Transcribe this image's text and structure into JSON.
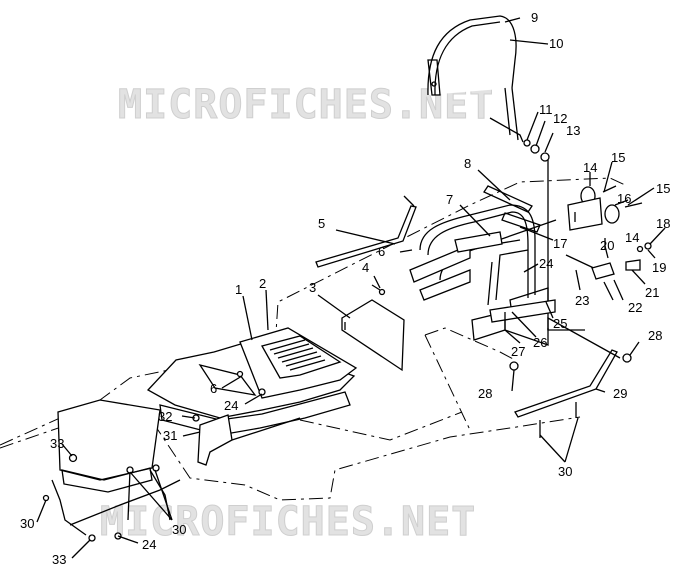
{
  "watermark": {
    "top": "MICROFICHES.NET",
    "bottom": "MICROFICHES.NET"
  },
  "callouts": [
    {
      "id": "c9",
      "text": "9"
    },
    {
      "id": "c10",
      "text": "10"
    },
    {
      "id": "c11",
      "text": "11"
    },
    {
      "id": "c12",
      "text": "12"
    },
    {
      "id": "c13",
      "text": "13"
    },
    {
      "id": "c8",
      "text": "8"
    },
    {
      "id": "c14a",
      "text": "14"
    },
    {
      "id": "c15a",
      "text": "15"
    },
    {
      "id": "c16",
      "text": "16"
    },
    {
      "id": "c15b",
      "text": "15"
    },
    {
      "id": "c14b",
      "text": "14"
    },
    {
      "id": "c18",
      "text": "18"
    },
    {
      "id": "c7",
      "text": "7"
    },
    {
      "id": "c5",
      "text": "5"
    },
    {
      "id": "c6a",
      "text": "6"
    },
    {
      "id": "c17",
      "text": "17"
    },
    {
      "id": "c20",
      "text": "20"
    },
    {
      "id": "c19",
      "text": "19"
    },
    {
      "id": "c24a",
      "text": "24"
    },
    {
      "id": "c4",
      "text": "4"
    },
    {
      "id": "c21",
      "text": "21"
    },
    {
      "id": "c23",
      "text": "23"
    },
    {
      "id": "c22",
      "text": "22"
    },
    {
      "id": "c1",
      "text": "1"
    },
    {
      "id": "c2",
      "text": "2"
    },
    {
      "id": "c3",
      "text": "3"
    },
    {
      "id": "c25",
      "text": "25"
    },
    {
      "id": "c28a",
      "text": "28"
    },
    {
      "id": "c27",
      "text": "27"
    },
    {
      "id": "c26",
      "text": "26"
    },
    {
      "id": "c6b",
      "text": "6"
    },
    {
      "id": "c29",
      "text": "29"
    },
    {
      "id": "c24b",
      "text": "24"
    },
    {
      "id": "c28b",
      "text": "28"
    },
    {
      "id": "c32",
      "text": "32"
    },
    {
      "id": "c31",
      "text": "31"
    },
    {
      "id": "c33a",
      "text": "33"
    },
    {
      "id": "c30a",
      "text": "30"
    },
    {
      "id": "c30b",
      "text": "30"
    },
    {
      "id": "c30c",
      "text": "30"
    },
    {
      "id": "c24c",
      "text": "24"
    },
    {
      "id": "c33b",
      "text": "33"
    }
  ]
}
